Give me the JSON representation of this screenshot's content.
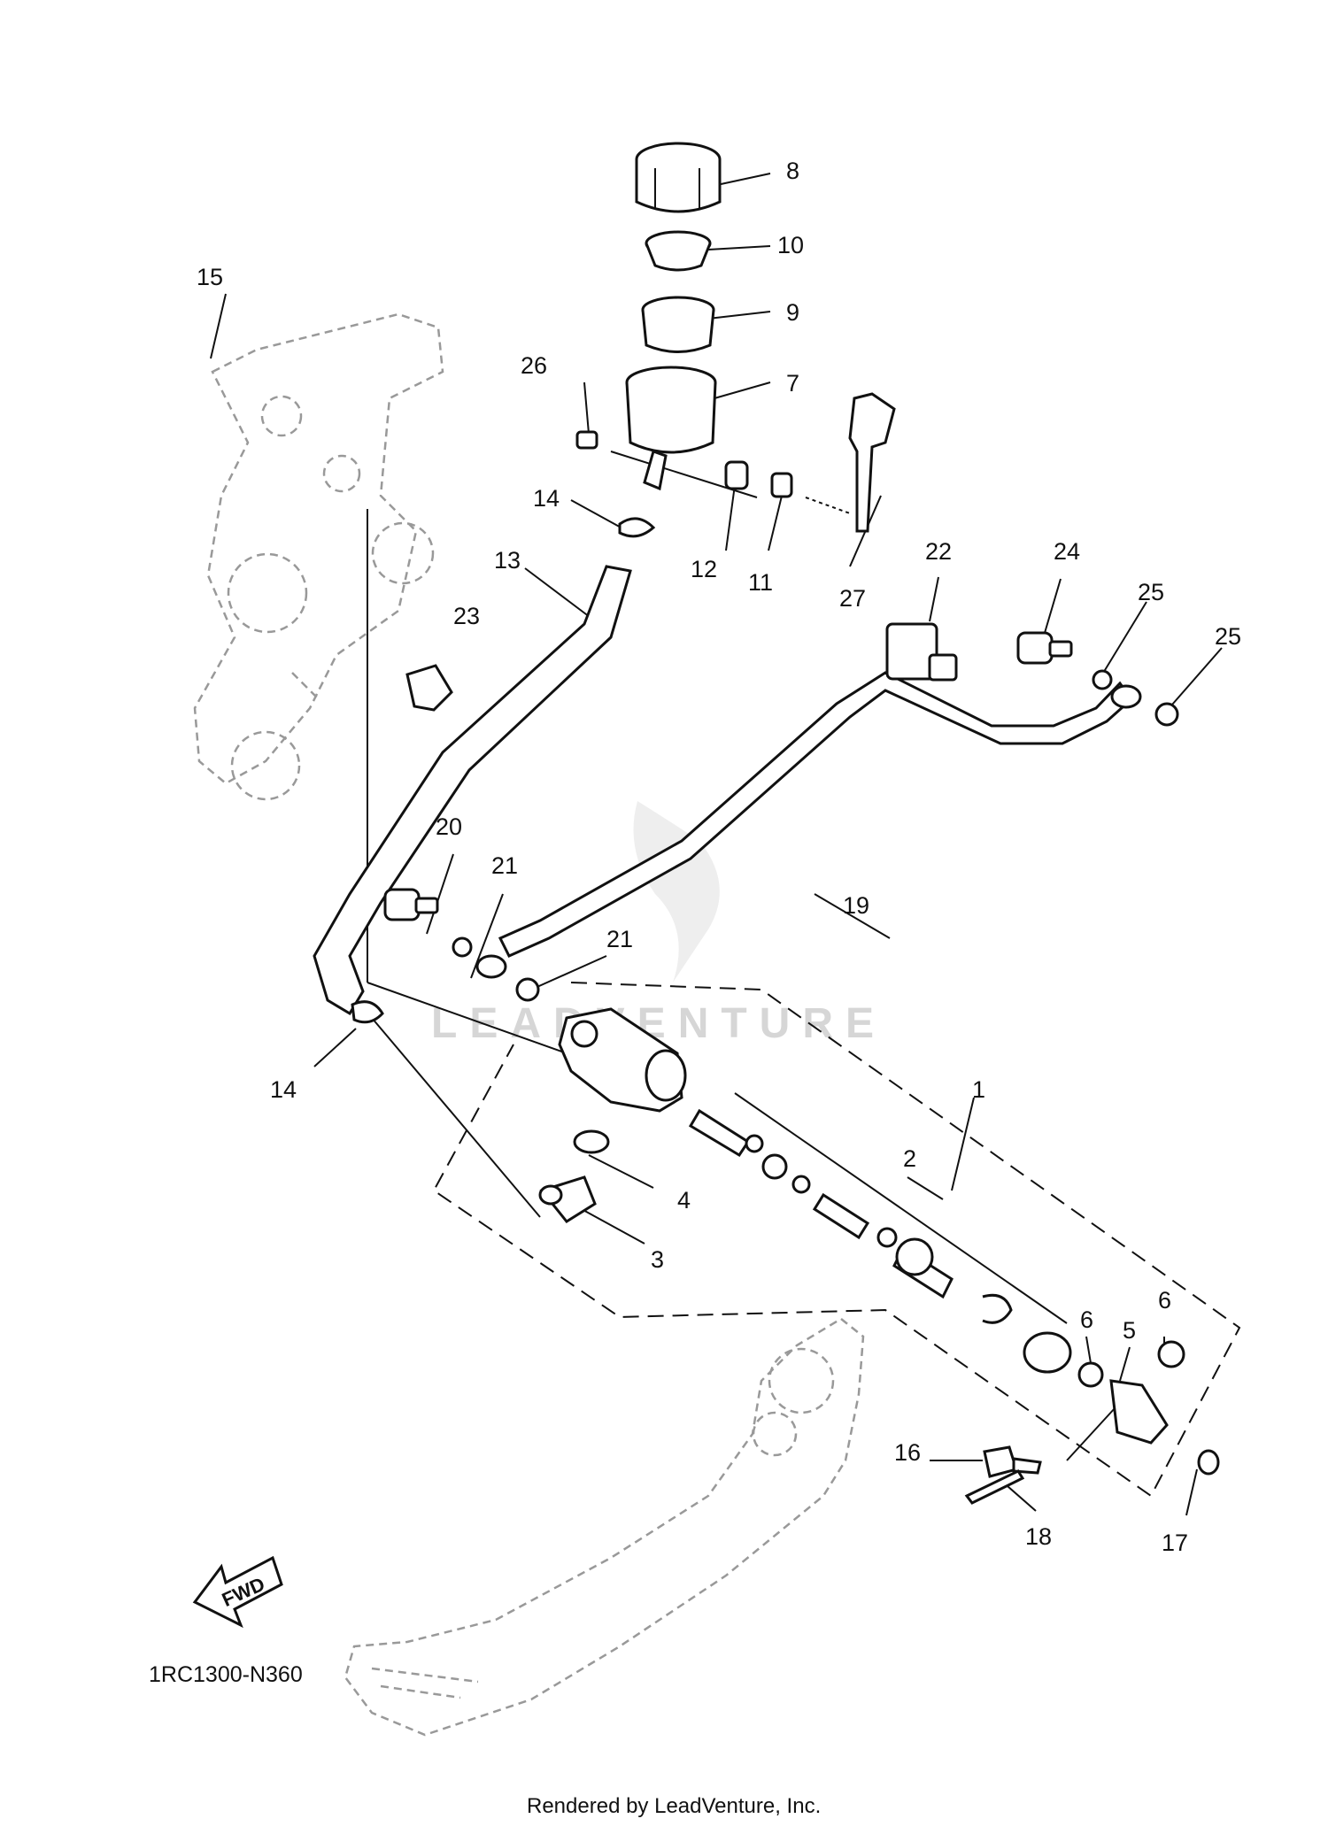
{
  "diagram_code": "1RC1300-N360",
  "credit": "Rendered by LeadVenture, Inc.",
  "watermark": "LEADVENTURE",
  "fwd_label": "FWD",
  "callouts": [
    "1",
    "2",
    "3",
    "4",
    "5",
    "6",
    "6",
    "7",
    "8",
    "9",
    "10",
    "11",
    "12",
    "13",
    "14",
    "14",
    "15",
    "16",
    "17",
    "18",
    "19",
    "20",
    "21",
    "21",
    "22",
    "23",
    "24",
    "25",
    "25",
    "26",
    "27"
  ]
}
